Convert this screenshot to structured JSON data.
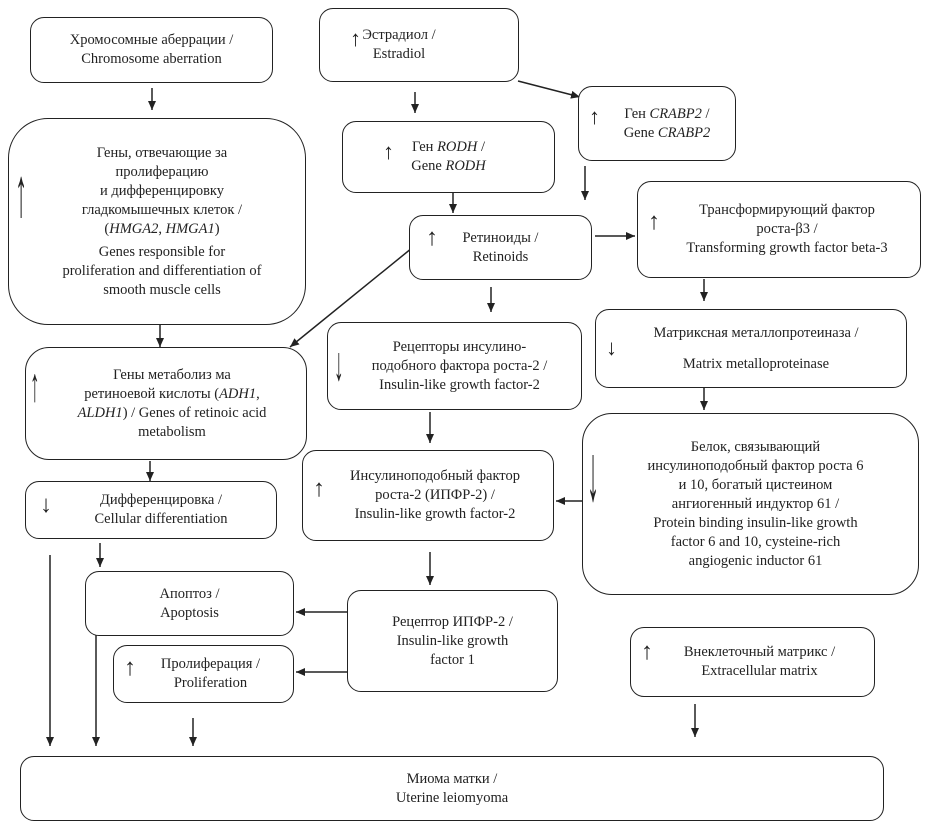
{
  "nodes": {
    "chromosome": {
      "ru": "Хромосомные аберрации /",
      "en": "Chromosome aberration"
    },
    "estradiol": {
      "ru": "Эстрадиол /",
      "en": "Estradiol",
      "indicator": "up"
    },
    "crabp2": {
      "ru_prefix": "Ген ",
      "ru_gene": "CRABP2",
      "ru_suffix": " /",
      "en_prefix": "Gene ",
      "en_gene": "CRABP2",
      "indicator": "up"
    },
    "rodh": {
      "ru_prefix": "Ген ",
      "ru_gene": "RODH",
      "ru_suffix": " /",
      "en_prefix": "Gene ",
      "en_gene": "RODH",
      "indicator": "up"
    },
    "genes_prolif": {
      "ru_1": "Гены, отвечающие за",
      "ru_2": "пролиферацию",
      "ru_3": "и дифференцировку",
      "ru_4": "гладкомышечных клеток /",
      "genes_open": "(",
      "gene_a": "HMGA2",
      "sep": ", ",
      "gene_b": "HMGA1",
      "genes_close": ")",
      "en_1": "Genes responsible for",
      "en_2": "proliferation and differentiation of",
      "en_3": "smooth muscle cells",
      "indicator": "up"
    },
    "retinoids": {
      "ru": "Ретиноиды /",
      "en": "Retinoids",
      "indicator": "up"
    },
    "tgfb3": {
      "ru_1": "Трансформирующий фактор",
      "ru_2": "роста-β3 /",
      "en": "Transforming growth factor beta-3",
      "indicator": "up"
    },
    "igf_receptors": {
      "ru_1": "Рецепторы инсулино-",
      "ru_2": "подобного  фактора роста-2 /",
      "en": "Insulin-like growth factor-2",
      "indicator": "down"
    },
    "mmp": {
      "ru": "Матриксная металлопротеиназа /",
      "en": "Matrix metalloproteinase",
      "indicator": "down"
    },
    "retinoic_genes": {
      "ru_1": "Гены метаболиз ма",
      "ru_2a": "ретиноевой кислоты (",
      "gene_a": "ADH1",
      "sep": ",",
      "gene_b": "ALDH1",
      "ru_3": ") / Genes of retinoic acid",
      "en_2": "metabolism",
      "indicator": "up"
    },
    "cyr61": {
      "ru_1": "Белок, связывающий",
      "ru_2": "инсулиноподобный фактор роста 6",
      "ru_3": "и 10, богатый цистеином",
      "ru_4": "ангиогенный индуктор 61 /",
      "en_1": "Protein binding insulin-like growth",
      "en_2": "factor 6 and 10, cysteine-rich",
      "en_3": "angiogenic inductor 61",
      "indicator": "down"
    },
    "differentiation": {
      "ru": "Дифференцировка /",
      "en": "Cellular differentiation",
      "indicator": "down"
    },
    "igf2": {
      "ru_1": "Инсулиноподобный фактор",
      "ru_2": "роста-2 (ИПФР-2) /",
      "en": "Insulin-like growth factor-2",
      "indicator": "up"
    },
    "apoptosis": {
      "ru": "Апоптоз /",
      "en": "Apoptosis"
    },
    "igf2_receptor": {
      "ru": "Рецептор ИПФР-2 /",
      "en_1": "Insulin-like growth",
      "en_2": "factor 1"
    },
    "proliferation": {
      "ru": "Пролиферация /",
      "en": "Proliferation",
      "indicator": "up"
    },
    "ecm": {
      "ru": "Внеклеточный матрикс /",
      "en": "Extracellular matrix",
      "indicator": "up"
    },
    "leiomyoma": {
      "ru": "Миома матки /",
      "en": "Uterine leiomyoma"
    }
  },
  "glyphs": {
    "up": "↑",
    "down": "↓"
  }
}
